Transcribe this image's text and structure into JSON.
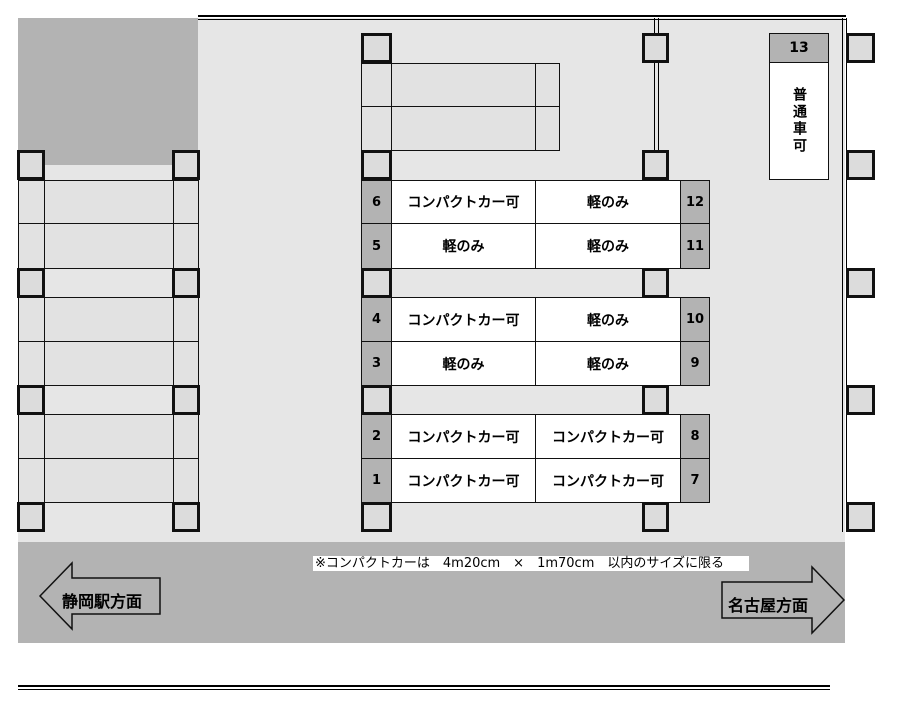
{
  "stalls_right_column": [
    {
      "left_num": "6",
      "left_label": "コンパクトカー可",
      "right_label": "軽のみ",
      "right_num": "12"
    },
    {
      "left_num": "5",
      "left_label": "軽のみ",
      "right_label": "軽のみ",
      "right_num": "11"
    },
    {
      "left_num": "4",
      "left_label": "コンパクトカー可",
      "right_label": "軽のみ",
      "right_num": "10"
    },
    {
      "left_num": "3",
      "left_label": "軽のみ",
      "right_label": "軽のみ",
      "right_num": "9"
    },
    {
      "left_num": "2",
      "left_label": "コンパクトカー可",
      "right_label": "コンパクトカー可",
      "right_num": "8"
    },
    {
      "left_num": "1",
      "left_label": "コンパクトカー可",
      "right_label": "コンパクトカー可",
      "right_num": "7"
    }
  ],
  "spot13": {
    "num": "13",
    "label": "普通車可"
  },
  "note": "※コンパクトカーは　4m20cm　×　1m70cm　以内のサイズに限る",
  "directions": {
    "left": "静岡駅方面",
    "right": "名古屋方面"
  },
  "colors": {
    "lot": "#e6e6e6",
    "road": "#b3b3b3",
    "number_cell": "#b3b3b3"
  }
}
